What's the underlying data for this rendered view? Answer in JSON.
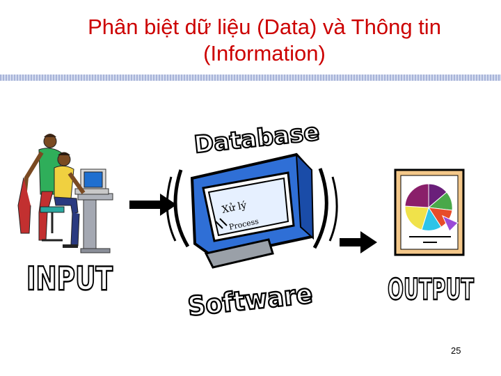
{
  "slide": {
    "title_line1": "Phân biệt dữ liệu (Data) và Thông tin",
    "title_line2": "(Information)",
    "page_number": "25"
  },
  "diagram": {
    "input_label": "INPUT",
    "database_label": "Database",
    "monitor_text_1": "Xử lý",
    "monitor_text_2": "Process",
    "software_label": "Software",
    "output_label": "OUTPUT"
  },
  "colors": {
    "title": "#cc0000",
    "rule": "#a8b4d8",
    "monitor_blue": "#2f6fd6",
    "arrow": "#000000"
  }
}
